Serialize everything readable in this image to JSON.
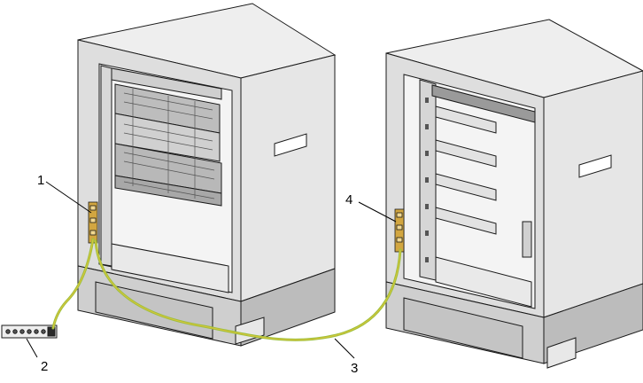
{
  "figure": {
    "callouts": [
      {
        "label": "1"
      },
      {
        "label": "2"
      },
      {
        "label": "3"
      },
      {
        "label": "4"
      }
    ]
  },
  "colors": {
    "line": "#1a1a1a",
    "cabinet_light": "#e4e4e4",
    "cabinet_side": "#c9c9c9",
    "cabinet_top": "#eeeeee",
    "interior": "#f3f3f3",
    "base": "#cfcfcf",
    "base_dark": "#b9b9b9",
    "ground_cable": "#9bc23c",
    "ground_cable_stripe": "#e0c23a",
    "ground_bar": "#d2a640"
  }
}
